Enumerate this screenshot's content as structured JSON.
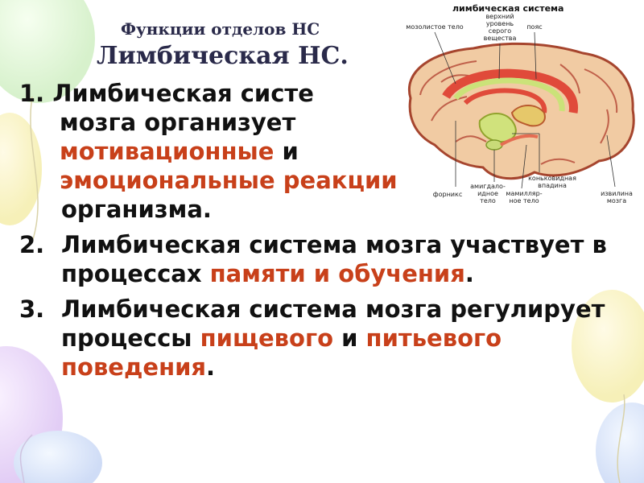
{
  "header": {
    "subtitle": "Функции отделов НС",
    "title": "Лимбическая НС."
  },
  "points": {
    "p1": {
      "num": "1.",
      "line1": "Лимбическая систе",
      "line2": "мозга организует",
      "line3_hl": "мотивационные",
      "line3_rest": " и",
      "line4_hl": "эмоциональные реакции",
      "line5": "организма."
    },
    "p2": {
      "num": "2.",
      "text": "Лимбическая система мозга участвует в процессах ",
      "hl": "памяти и обучения",
      "end": "."
    },
    "p3": {
      "num": "3.",
      "text": "Лимбическая система мозга регулирует процессы ",
      "hl1": "пищевого",
      "mid": " и ",
      "hl2": "питьевого поведения",
      "end": "."
    }
  },
  "diagram": {
    "title": "лимбическая система",
    "labels": {
      "corpus_callosum": "мозолистое тело",
      "grey_1": "верхний",
      "grey_2": "уровень",
      "grey_3": "серого",
      "grey_4": "вещества",
      "cingulum": "пояс",
      "fornix": "форникс",
      "amygdala_1": "амигдало-",
      "amygdala_2": "идное",
      "amygdala_3": "тело",
      "hippocampus_1": "коньковидная",
      "hippocampus_2": "впадина",
      "mamillary_1": "мамилляр-",
      "mamillary_2": "ное тело",
      "gyrus_1": "извилина",
      "gyrus_2": "мозга"
    }
  }
}
